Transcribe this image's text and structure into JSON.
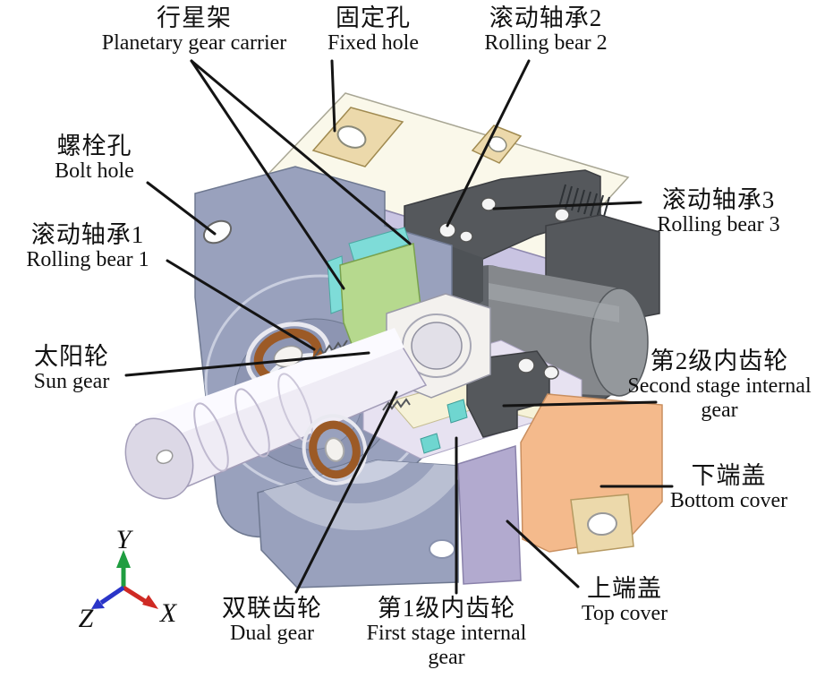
{
  "diagram": {
    "type": "annotated-3d-cutaway",
    "subject": "Two-stage planetary gearbox sectional view",
    "labels": [
      {
        "id": "planetary-gear-carrier",
        "zh": "行星架",
        "en": "Planetary gear carrier"
      },
      {
        "id": "fixed-hole",
        "zh": "固定孔",
        "en": "Fixed hole"
      },
      {
        "id": "rolling-bear-2",
        "zh": "滚动轴承2",
        "en": "Rolling bear 2"
      },
      {
        "id": "bolt-hole",
        "zh": "螺栓孔",
        "en": "Bolt hole"
      },
      {
        "id": "rolling-bear-1",
        "zh": "滚动轴承1",
        "en": "Rolling bear 1"
      },
      {
        "id": "sun-gear",
        "zh": "太阳轮",
        "en": "Sun gear"
      },
      {
        "id": "rolling-bear-3",
        "zh": "滚动轴承3",
        "en": "Rolling bear 3"
      },
      {
        "id": "second-stage-internal-gear",
        "zh": "第2级内齿轮",
        "en": "Second stage internal gear"
      },
      {
        "id": "bottom-cover",
        "zh": "下端盖",
        "en": "Bottom cover"
      },
      {
        "id": "top-cover",
        "zh": "上端盖",
        "en": "Top cover"
      },
      {
        "id": "dual-gear",
        "zh": "双联齿轮",
        "en": "Dual gear"
      },
      {
        "id": "first-stage-internal-gear",
        "zh": "第1级内齿轮",
        "en": "First stage internal gear"
      }
    ],
    "axis_triad": {
      "x": "X",
      "y": "Y",
      "z": "Z"
    },
    "part_colors": {
      "housing_gray_blue": "#99a1bd",
      "housing_lavender": "#c9c4e2",
      "top_face_cream": "#faf8ea",
      "ear_tan": "#ecd9ab",
      "carrier_green": "#b6d98e",
      "bearing_seat_cyan": "#7edcd8",
      "dark_gray_shaft": "#55585c",
      "output_gray": "#85888c",
      "bearing_bronze": "#9c5a26",
      "bottom_cover_orange": "#f4ba8c",
      "top_cover_lavender": "#b2aacf",
      "internal_gear_cream": "#f6f2d8",
      "section_pale": "#e7e2f1",
      "shaft_pale": "#efecf5",
      "axis_x_red": "#cf2a24",
      "axis_y_green": "#1f9d40",
      "axis_z_blue": "#2a35c8",
      "leader_line": "#141414"
    }
  }
}
